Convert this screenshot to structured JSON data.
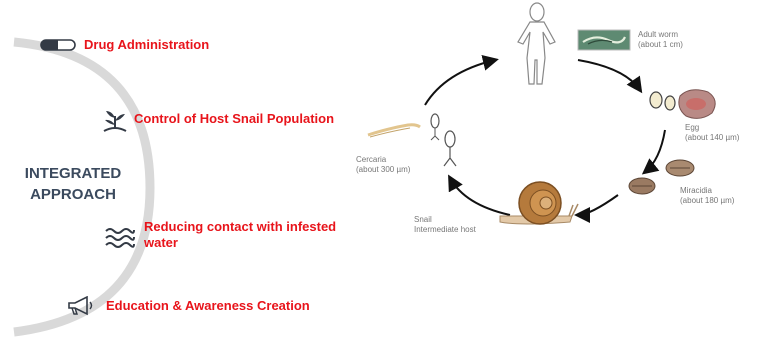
{
  "center_label": [
    "INTEGRATED",
    "APPROACH"
  ],
  "items": [
    {
      "label": "Drug Administration",
      "icon": "pill-icon"
    },
    {
      "label": "Control of Host Snail Population",
      "icon": "plant-icon"
    },
    {
      "label_lines": [
        "Reducing contact with infested",
        "water"
      ],
      "icon": "water-waves-icon"
    },
    {
      "label": "Education & Awareness Creation",
      "icon": "megaphone-icon"
    }
  ],
  "life_cycle": {
    "adult_worm": [
      "Adult worm",
      "(about 1 cm)"
    ],
    "egg": [
      "Egg",
      "(about 140 µm)"
    ],
    "miracidia": [
      "Miracidia",
      "(about 180 µm)"
    ],
    "snail": [
      "Snail",
      "Intermediate host"
    ],
    "cercaria": [
      "Cercaria",
      "(about 300 µm)"
    ]
  },
  "colors": {
    "accent": "#e8141b",
    "arc": "#d9d9d9",
    "center_text": "#3b4a5e",
    "icon": "#333a45"
  }
}
